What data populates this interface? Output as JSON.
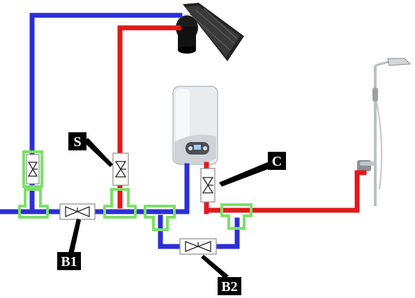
{
  "diagram": {
    "labels": {
      "s": "S",
      "c": "C",
      "b1": "B1",
      "b2": "B2"
    },
    "colors": {
      "cold_pipe": "#2b2fd6",
      "hot_pipe": "#e01a1a",
      "tee_fitting": "#7be067",
      "background": "#ffffff"
    },
    "components": {
      "solar_collector": "solar-panel-icon",
      "boiler": "boiler-icon",
      "shower": "shower-icon"
    }
  }
}
